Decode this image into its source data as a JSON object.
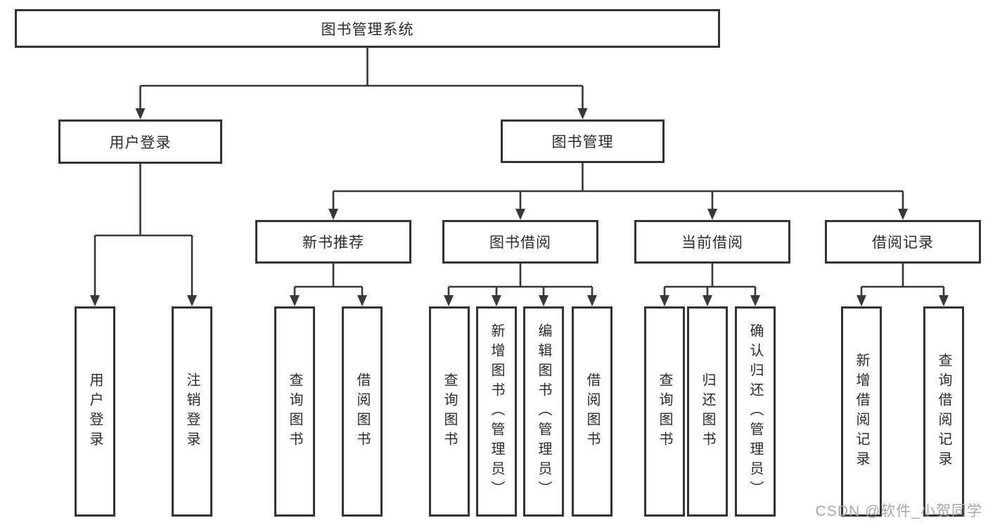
{
  "diagram": {
    "root_label": "图书管理系统",
    "user_login": {
      "label": "用户登录",
      "leaves": [
        "用户登录",
        "注销登录"
      ]
    },
    "book_mgmt": {
      "label": "图书管理",
      "children": [
        {
          "label": "新书推荐",
          "leaves": [
            "查询图书",
            "借阅图书"
          ]
        },
        {
          "label": "图书借阅",
          "leaves": [
            "查询图书",
            "新增图书（管理员）",
            "编辑图书（管理员）",
            "借阅图书"
          ]
        },
        {
          "label": "当前借阅",
          "leaves": [
            "查询图书",
            "归还图书",
            "确认归还（管理员）"
          ]
        },
        {
          "label": "借阅记录",
          "leaves": [
            "新增借阅记录",
            "查询借阅记录"
          ]
        }
      ]
    }
  },
  "watermark": {
    "text": "CSDN @软件_小贺同学",
    "color": "#a8a8a8"
  },
  "colors": {
    "line": "#383838",
    "box_border": "#333333",
    "text": "#2b2b2b",
    "background": "#ffffff"
  }
}
